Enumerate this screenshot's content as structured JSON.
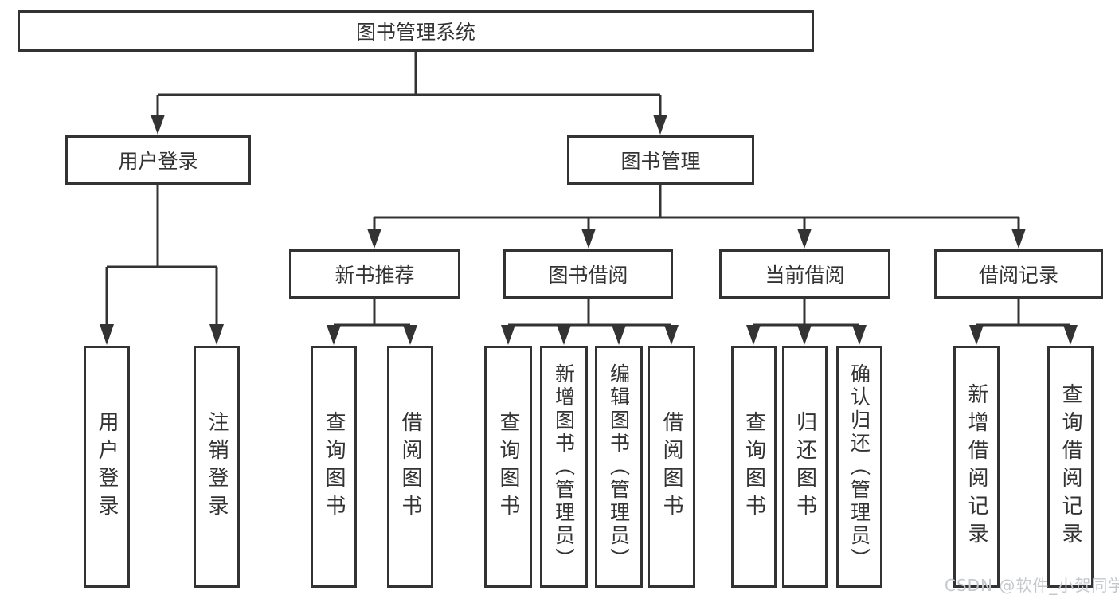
{
  "diagram": {
    "root": {
      "label": "图书管理系统",
      "children": [
        {
          "label": "用户登录",
          "children": [
            {
              "label": "用户登录"
            },
            {
              "label": "注销登录"
            }
          ]
        },
        {
          "label": "图书管理",
          "children": [
            {
              "label": "新书推荐",
              "children": [
                {
                  "label": "查询图书"
                },
                {
                  "label": "借阅图书"
                }
              ]
            },
            {
              "label": "图书借阅",
              "children": [
                {
                  "label": "查询图书"
                },
                {
                  "label": "新增图书（管理员）"
                },
                {
                  "label": "编辑图书（管理员）"
                },
                {
                  "label": "借阅图书"
                }
              ]
            },
            {
              "label": "当前借阅",
              "children": [
                {
                  "label": "查询图书"
                },
                {
                  "label": "归还图书"
                },
                {
                  "label": "确认归还（管理员）"
                }
              ]
            },
            {
              "label": "借阅记录",
              "children": [
                {
                  "label": "新增借阅记录"
                },
                {
                  "label": "查询借阅记录"
                }
              ]
            }
          ]
        }
      ]
    },
    "line_color": "#333333"
  },
  "watermark": {
    "text": "CSDN @软件_小贺同学"
  }
}
